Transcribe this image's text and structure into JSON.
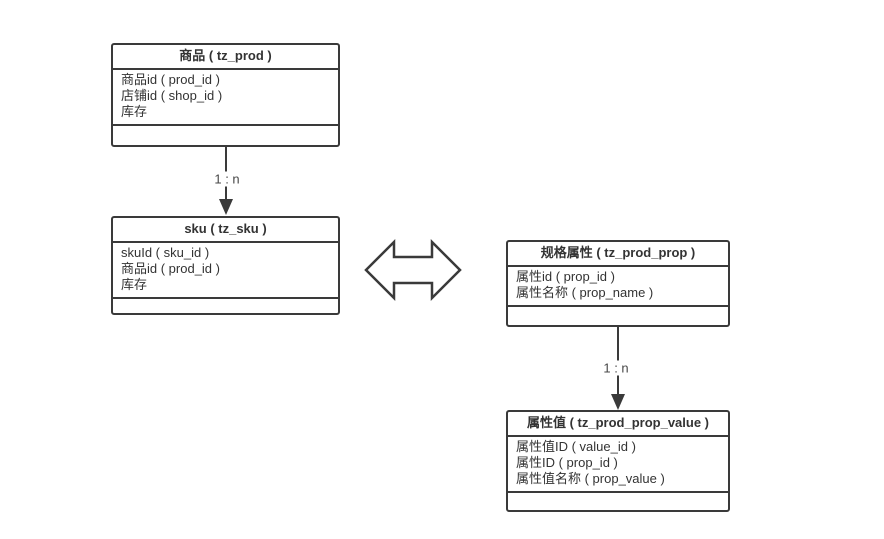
{
  "diagram": {
    "background_color": "#ffffff",
    "line_color": "#3a3a3a",
    "text_color": "#333333",
    "entities": [
      {
        "id": "tz_prod",
        "title": "商品 ( tz_prod )",
        "fields": [
          "商品id ( prod_id )",
          "店铺id ( shop_id )",
          "库存"
        ]
      },
      {
        "id": "tz_sku",
        "title": "sku ( tz_sku )",
        "fields": [
          "skuId ( sku_id )",
          "商品id ( prod_id )",
          "库存"
        ]
      },
      {
        "id": "tz_prod_prop",
        "title": "规格属性 ( tz_prod_prop )",
        "fields": [
          "属性id ( prop_id )",
          "属性名称 ( prop_name )"
        ]
      },
      {
        "id": "tz_prod_prop_value",
        "title": "属性值 ( tz_prod_prop_value )",
        "fields": [
          "属性值ID ( value_id )",
          "属性ID ( prop_id )",
          "属性值名称 ( prop_value )"
        ]
      }
    ],
    "relations": [
      {
        "from": "tz_prod",
        "to": "tz_sku",
        "label": "1 : n",
        "type": "one-to-many"
      },
      {
        "from": "tz_prod_prop",
        "to": "tz_prod_prop_value",
        "label": "1 : n",
        "type": "one-to-many"
      },
      {
        "from": "tz_sku",
        "to": "tz_prod_prop",
        "label": "",
        "type": "bidirectional"
      }
    ]
  }
}
